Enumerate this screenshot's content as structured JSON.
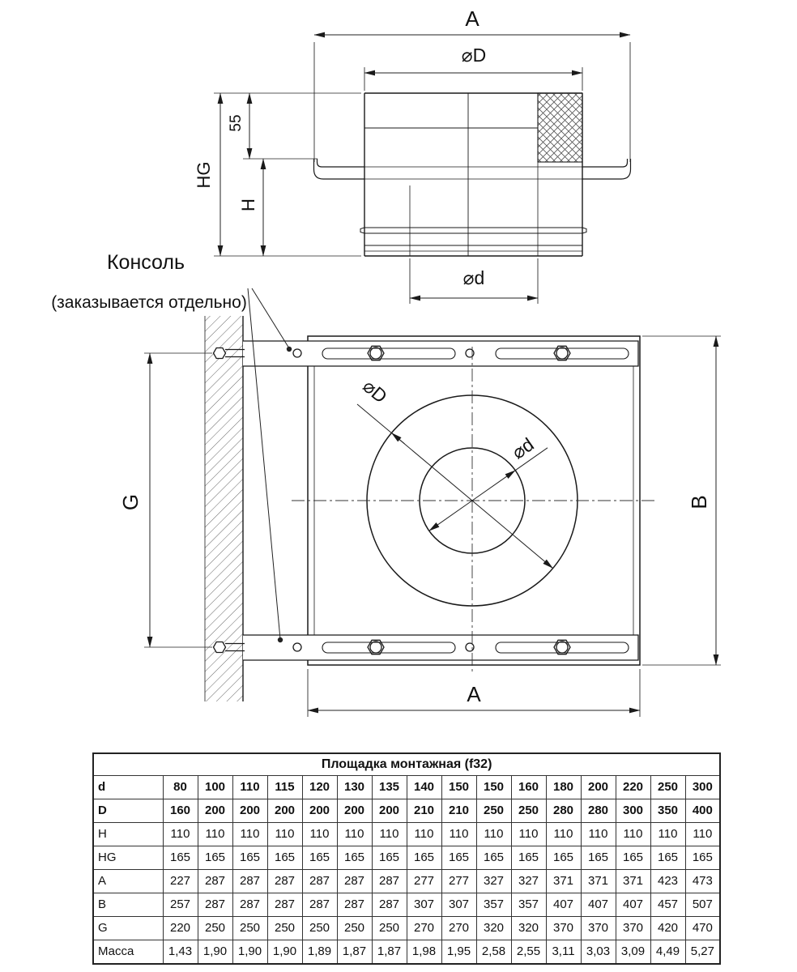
{
  "drawing": {
    "labels": {
      "A": "A",
      "B": "B",
      "G": "G",
      "H": "H",
      "HG": "HG",
      "n55": "55",
      "phiD": "⌀D",
      "phid": "⌀d",
      "console_line1": "Консоль",
      "console_line2": "(заказывается отдельно)"
    }
  },
  "table": {
    "title": "Площадка монтажная (f32)",
    "rows": [
      {
        "label": "d",
        "bold": true,
        "values": [
          "80",
          "100",
          "110",
          "115",
          "120",
          "130",
          "135",
          "140",
          "150",
          "150",
          "160",
          "180",
          "200",
          "220",
          "250",
          "300"
        ]
      },
      {
        "label": "D",
        "bold": true,
        "values": [
          "160",
          "200",
          "200",
          "200",
          "200",
          "200",
          "200",
          "210",
          "210",
          "250",
          "250",
          "280",
          "280",
          "300",
          "350",
          "400"
        ]
      },
      {
        "label": "H",
        "bold": false,
        "values": [
          "110",
          "110",
          "110",
          "110",
          "110",
          "110",
          "110",
          "110",
          "110",
          "110",
          "110",
          "110",
          "110",
          "110",
          "110",
          "110"
        ]
      },
      {
        "label": "HG",
        "bold": false,
        "values": [
          "165",
          "165",
          "165",
          "165",
          "165",
          "165",
          "165",
          "165",
          "165",
          "165",
          "165",
          "165",
          "165",
          "165",
          "165",
          "165"
        ]
      },
      {
        "label": "A",
        "bold": false,
        "values": [
          "227",
          "287",
          "287",
          "287",
          "287",
          "287",
          "287",
          "277",
          "277",
          "327",
          "327",
          "371",
          "371",
          "371",
          "423",
          "473"
        ]
      },
      {
        "label": "B",
        "bold": false,
        "values": [
          "257",
          "287",
          "287",
          "287",
          "287",
          "287",
          "287",
          "307",
          "307",
          "357",
          "357",
          "407",
          "407",
          "407",
          "457",
          "507"
        ]
      },
      {
        "label": "G",
        "bold": false,
        "values": [
          "220",
          "250",
          "250",
          "250",
          "250",
          "250",
          "250",
          "270",
          "270",
          "320",
          "320",
          "370",
          "370",
          "370",
          "420",
          "470"
        ]
      },
      {
        "label": "Масса",
        "bold": false,
        "values": [
          "1,43",
          "1,90",
          "1,90",
          "1,90",
          "1,89",
          "1,87",
          "1,87",
          "1,98",
          "1,95",
          "2,58",
          "2,55",
          "3,11",
          "3,03",
          "3,09",
          "4,49",
          "5,27"
        ]
      }
    ]
  }
}
